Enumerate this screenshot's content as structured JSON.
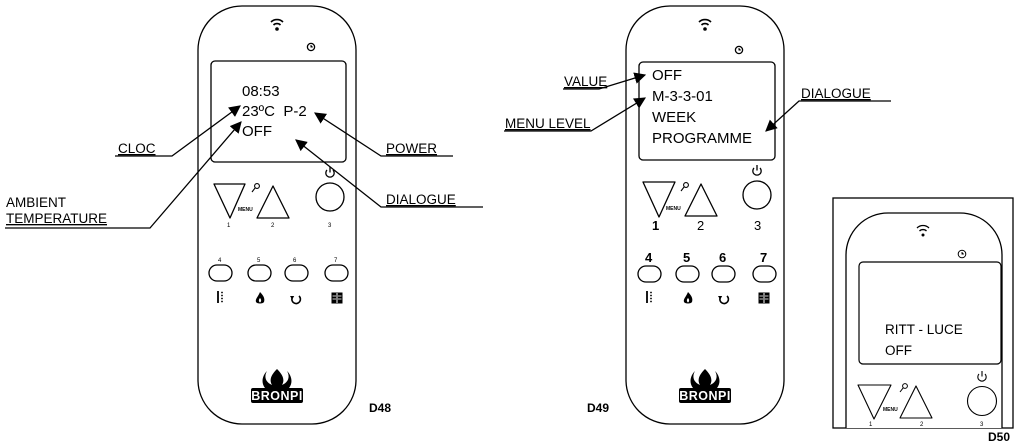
{
  "remote1": {
    "code": "D48",
    "screen_lines": [
      "08:53",
      "23ºC  P-2",
      "OFF"
    ],
    "button_numbers": [
      "1",
      "2",
      "3",
      "4",
      "5",
      "6",
      "7"
    ],
    "menu_label": "MENU",
    "brand": "BRONPI"
  },
  "remote2": {
    "code": "D49",
    "screen_lines": [
      "OFF",
      "M-3-3-01",
      "WEEK",
      "PROGRAMME"
    ],
    "button_numbers": [
      "1",
      "2",
      "3",
      "4",
      "5",
      "6",
      "7"
    ],
    "menu_label": "MENU",
    "brand": "BRONPI"
  },
  "remote3": {
    "code": "D50",
    "screen_lines": [
      "RITT - LUCE",
      "OFF"
    ],
    "button_numbers": [
      "1",
      "2",
      "3"
    ],
    "menu_label": "MENU"
  },
  "callouts_remote1": {
    "cloc": "CLOC",
    "ambient_line1": "AMBIENT",
    "ambient_line2": "TEMPERATURE",
    "power": "POWER",
    "dialogue": "DIALOGUE"
  },
  "callouts_remote2": {
    "value": "VALUE",
    "menu_level": "MENU LEVEL",
    "dialogue": "DIALOGUE"
  }
}
